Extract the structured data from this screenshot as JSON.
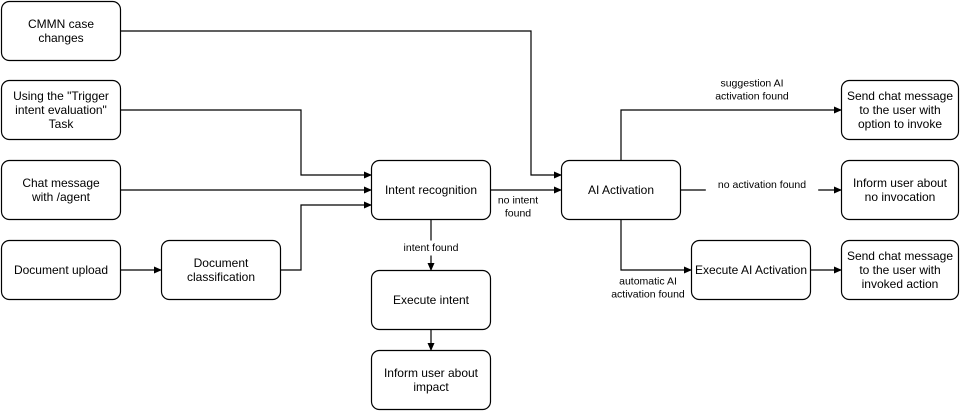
{
  "nodes": [
    {
      "id": "cmmn",
      "lines": [
        "CMMN case",
        "changes"
      ]
    },
    {
      "id": "trigger",
      "lines": [
        "Using the \"Trigger",
        "intent evaluation\"",
        "Task"
      ]
    },
    {
      "id": "chat",
      "lines": [
        "Chat message",
        "with /agent"
      ]
    },
    {
      "id": "upload",
      "lines": [
        "Document upload"
      ]
    },
    {
      "id": "classify",
      "lines": [
        "Document",
        "classification"
      ]
    },
    {
      "id": "intent",
      "lines": [
        "Intent recognition"
      ]
    },
    {
      "id": "exec_intent",
      "lines": [
        "Execute intent"
      ]
    },
    {
      "id": "inform_impact",
      "lines": [
        "Inform user about",
        "impact"
      ]
    },
    {
      "id": "ai",
      "lines": [
        "AI Activation"
      ]
    },
    {
      "id": "exec_ai",
      "lines": [
        "Execute AI Activation"
      ]
    },
    {
      "id": "send_option",
      "lines": [
        "Send chat message",
        "to the user with",
        "option to invoke"
      ]
    },
    {
      "id": "inform_none",
      "lines": [
        "Inform user about",
        "no invocation"
      ]
    },
    {
      "id": "send_invoked",
      "lines": [
        "Send chat message",
        "to the user with",
        "invoked action"
      ]
    }
  ],
  "edges": [
    {
      "id": "cmmn-ai",
      "from": "cmmn",
      "to": "ai",
      "label": []
    },
    {
      "id": "trigger-intent",
      "from": "trigger",
      "to": "intent",
      "label": []
    },
    {
      "id": "chat-intent",
      "from": "chat",
      "to": "intent",
      "label": []
    },
    {
      "id": "upload-classify",
      "from": "upload",
      "to": "classify",
      "label": []
    },
    {
      "id": "classify-intent",
      "from": "classify",
      "to": "intent",
      "label": []
    },
    {
      "id": "intent-ai",
      "from": "intent",
      "to": "ai",
      "label": [
        "no intent",
        "found"
      ]
    },
    {
      "id": "intent-exec",
      "from": "intent",
      "to": "exec_intent",
      "label": [
        "intent found"
      ]
    },
    {
      "id": "exec-inform",
      "from": "exec_intent",
      "to": "inform_impact",
      "label": []
    },
    {
      "id": "ai-send-option",
      "from": "ai",
      "to": "send_option",
      "label": [
        "suggestion AI",
        "activation found"
      ]
    },
    {
      "id": "ai-inform-none",
      "from": "ai",
      "to": "inform_none",
      "label": [
        "no activation found"
      ]
    },
    {
      "id": "ai-exec-ai",
      "from": "ai",
      "to": "exec_ai",
      "label": [
        "automatic AI",
        "activation found"
      ]
    },
    {
      "id": "execai-send",
      "from": "exec_ai",
      "to": "send_invoked",
      "label": []
    }
  ]
}
